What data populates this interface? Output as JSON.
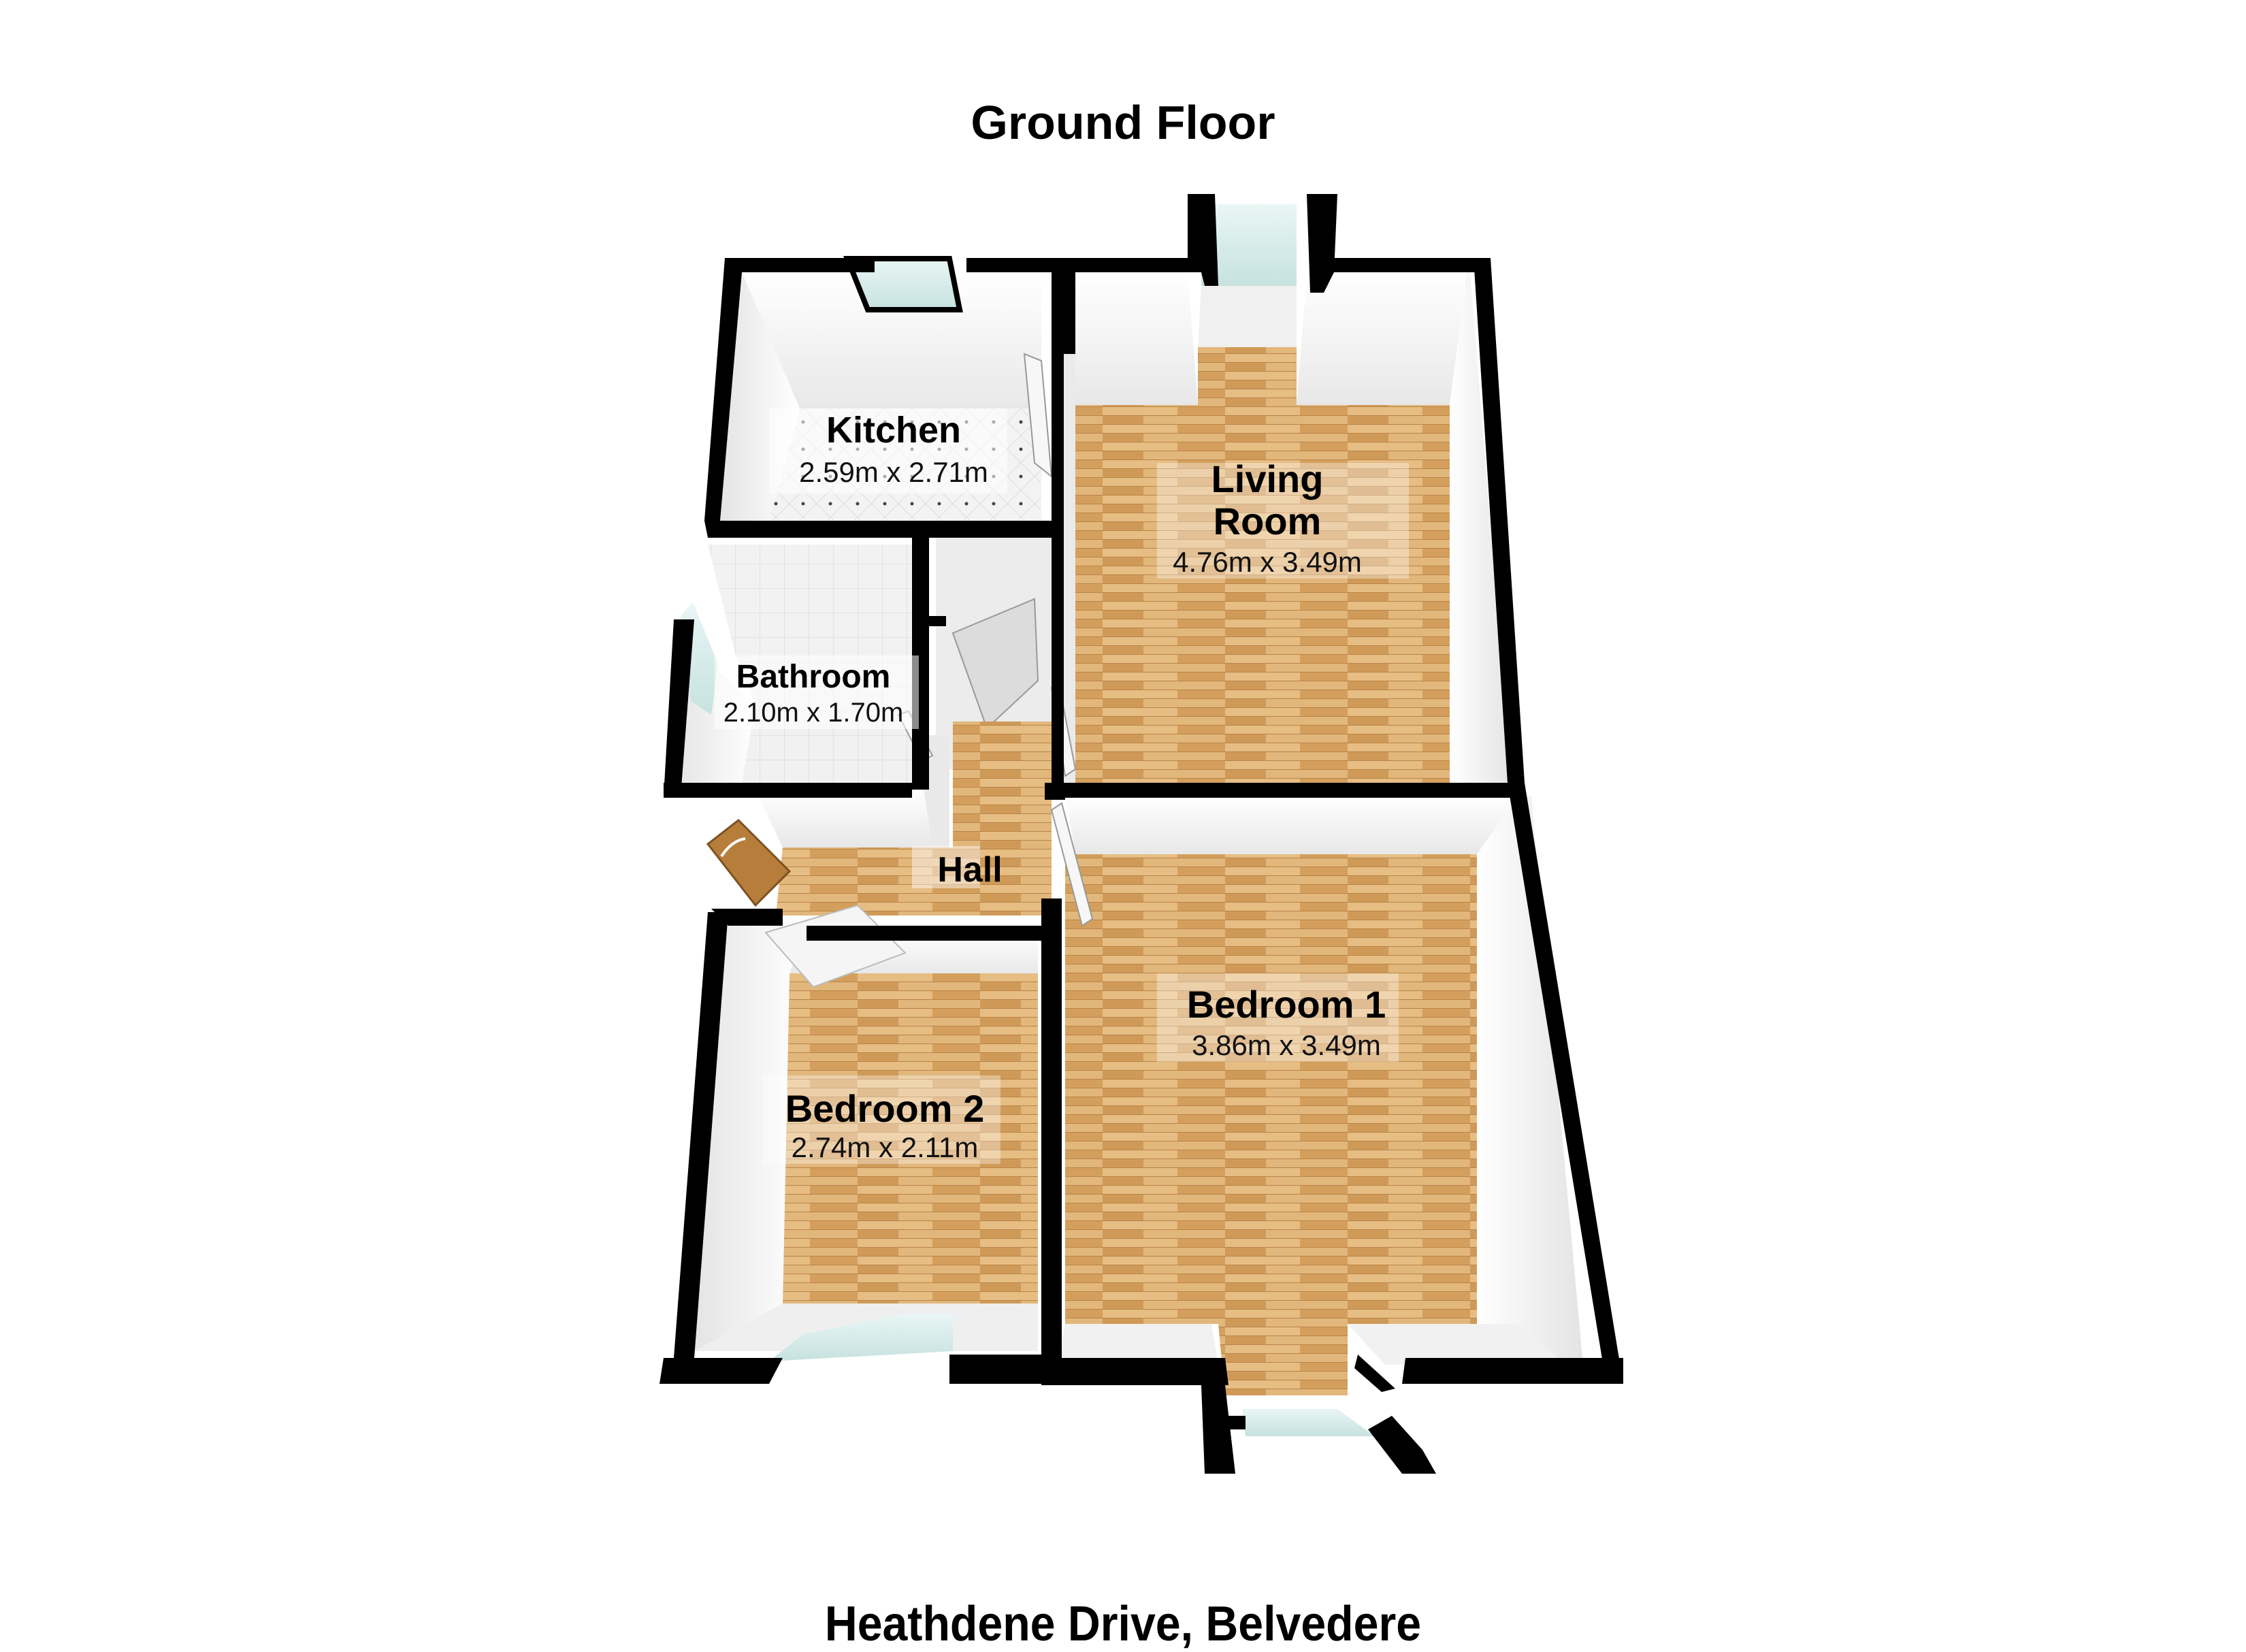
{
  "floor_title": "Ground Floor",
  "address": "Heathdene Drive, Belvedere",
  "colors": {
    "wall": "#000000",
    "wall_face": "#f2f2f2",
    "wood_floor": "#d9a766",
    "wood_floor_light": "#e8c48c",
    "tile_floor": "#f4f4f4",
    "window_glass": "#d5ecea",
    "label_bg": "#ffffff"
  },
  "rooms": [
    {
      "id": "kitchen",
      "name": "Kitchen",
      "dims": "2.59m x 2.71m",
      "floor": "tile"
    },
    {
      "id": "living-room",
      "name_line1": "Living",
      "name_line2": "Room",
      "dims": "4.76m x 3.49m",
      "floor": "wood"
    },
    {
      "id": "bathroom",
      "name": "Bathroom",
      "dims": "2.10m x 1.70m",
      "floor": "tile"
    },
    {
      "id": "hall",
      "name": "Hall",
      "floor": "wood"
    },
    {
      "id": "bedroom-1",
      "name": "Bedroom 1",
      "dims": "3.86m x 3.49m",
      "floor": "wood"
    },
    {
      "id": "bedroom-2",
      "name": "Bedroom 2",
      "dims": "2.74m x 2.11m",
      "floor": "wood"
    }
  ]
}
